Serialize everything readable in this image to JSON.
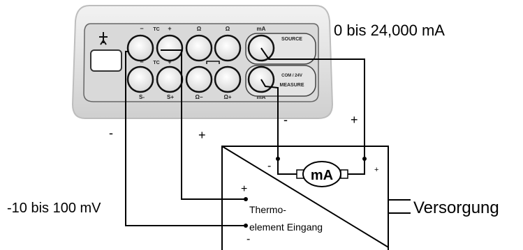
{
  "instrument": {
    "jacks_top": [
      "−",
      "TC",
      "+",
      "Ω",
      "Ω",
      "mA"
    ],
    "jacks_bottom_upper": [
      "−",
      "TC",
      "+"
    ],
    "jacks_bottom_lower": [
      "S-",
      "S+",
      "Ω−",
      "Ω+",
      "mA"
    ],
    "source_label": "SOURCE",
    "measure_top": "COM / 24V",
    "measure_label": "MEASURE",
    "icon": "probe-icon"
  },
  "annotations": {
    "source_range": "0 bis 24,000 mA",
    "input_range": "-10 bis 100 mV",
    "minus_left": "-",
    "plus_left": "+",
    "minus_right": "-",
    "plus_right": "+"
  },
  "transmitter": {
    "minus_loop": "-",
    "plus_loop": "+",
    "meter_label": "mA",
    "input_plus": "+",
    "input_minus": "-",
    "input_label_line1": "Thermo-",
    "input_label_line2": "element Eingang",
    "supply_label": "Versorgung"
  },
  "colors": {
    "housing": "#e6e6e6",
    "panel": "#dcdcdc",
    "wire": "#000000"
  }
}
